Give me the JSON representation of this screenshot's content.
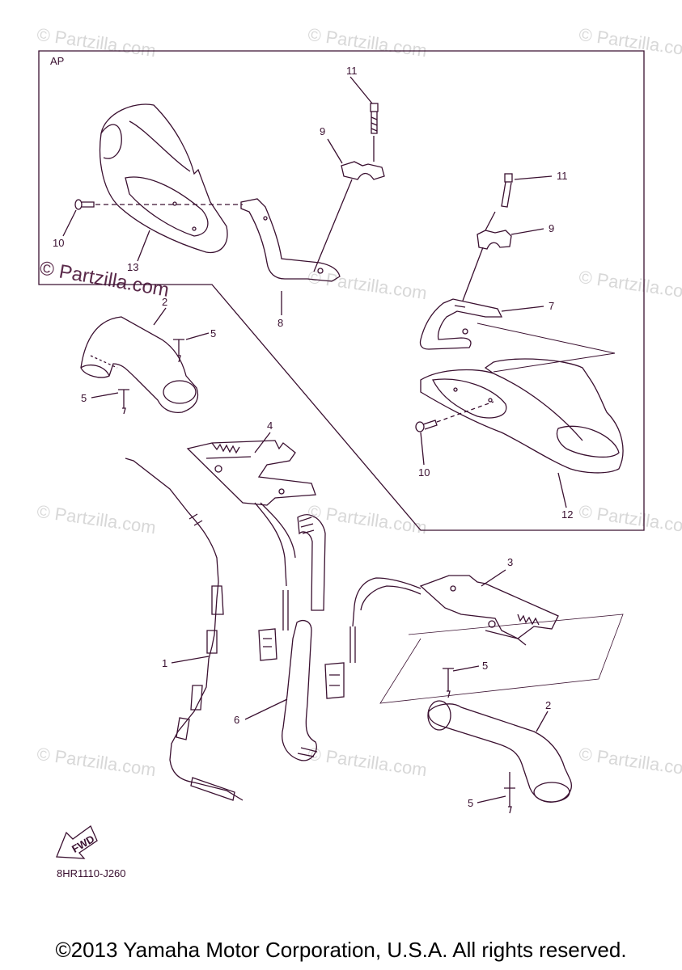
{
  "box_label": "AP",
  "callouts": {
    "c1": "1",
    "c2a": "2",
    "c2b": "2",
    "c3": "3",
    "c4": "4",
    "c5a": "5",
    "c5b": "5",
    "c5c": "5",
    "c5d": "5",
    "c6": "6",
    "c7": "7",
    "c8": "8",
    "c9a": "9",
    "c9b": "9",
    "c10a": "10",
    "c10b": "10",
    "c11a": "11",
    "c11b": "11",
    "c12": "12",
    "c13": "13"
  },
  "fwd_label": "FWD",
  "diagram_code": "8HR1110-J260",
  "watermark": "© Partzilla.com",
  "watermark_main": "© Partzilla.com",
  "copyright": "©2013 Yamaha Motor Corporation, U.S.A. All rights reserved.",
  "colors": {
    "line": "#3a1030",
    "watermark": "#d8d8d8"
  }
}
